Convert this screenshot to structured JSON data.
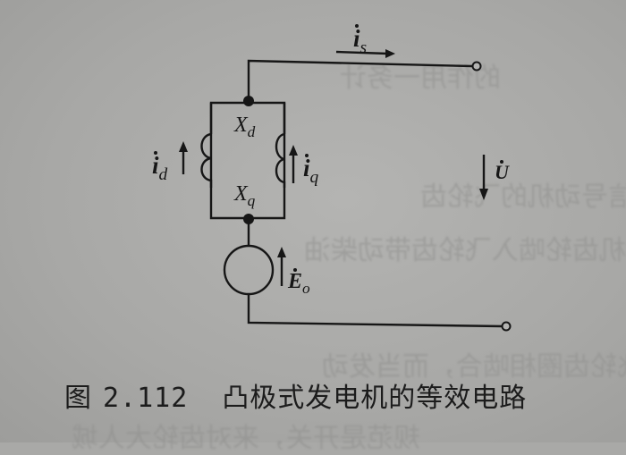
{
  "figure": {
    "caption_prefix": "图",
    "caption_number": "2.112",
    "caption_title": "凸极式发电机的等效电路"
  },
  "circuit": {
    "current_source_label": "i",
    "current_source_sub": "s",
    "reactance_d_label": "X",
    "reactance_d_sub": "d",
    "reactance_q_label": "X",
    "reactance_q_sub": "q",
    "current_d_label": "i",
    "current_d_sub": "d",
    "current_q_label": "i",
    "current_q_sub": "q",
    "voltage_label": "U",
    "emf_label": "E",
    "emf_sub": "o"
  },
  "colors": {
    "paper": "#a9a9a7",
    "ink": "#161616",
    "bleed_through": "#8f8f8d"
  }
}
